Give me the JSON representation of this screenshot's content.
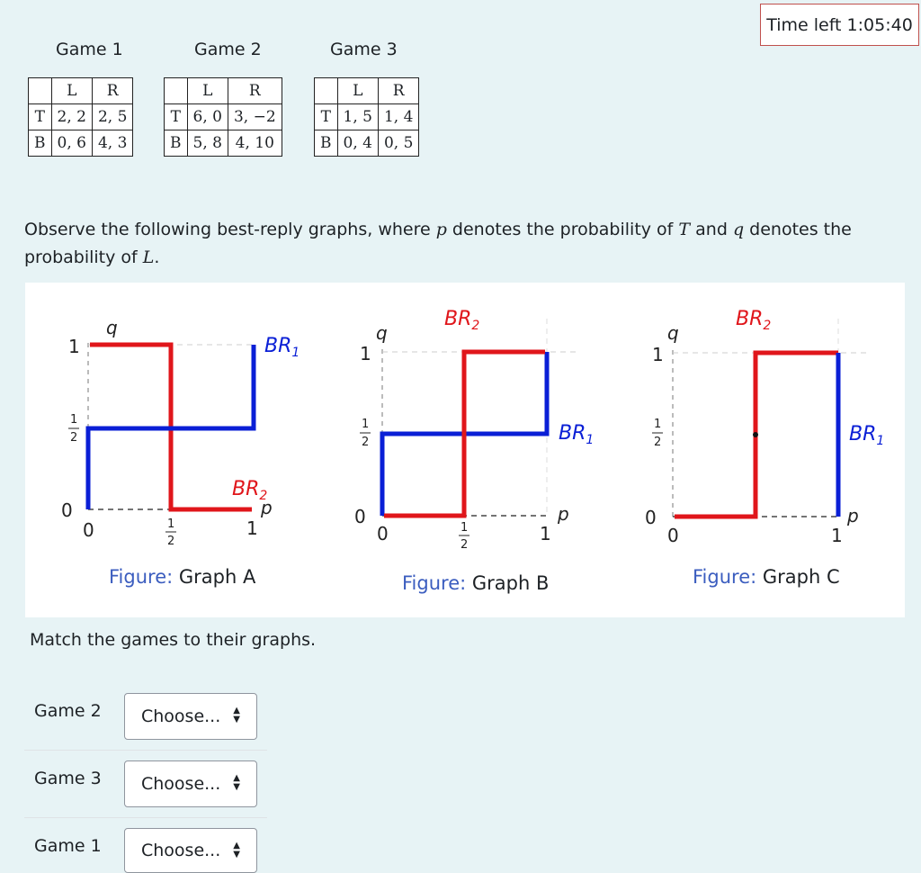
{
  "timer": {
    "text": "Time left 1:05:40"
  },
  "games": [
    {
      "title": "Game 1",
      "cols": [
        "L",
        "R"
      ],
      "rows": [
        {
          "label": "T",
          "cells": [
            "2, 2",
            "2, 5"
          ]
        },
        {
          "label": "B",
          "cells": [
            "0, 6",
            "4, 3"
          ]
        }
      ]
    },
    {
      "title": "Game 2",
      "cols": [
        "L",
        "R"
      ],
      "rows": [
        {
          "label": "T",
          "cells": [
            "6, 0",
            "3, −2"
          ]
        },
        {
          "label": "B",
          "cells": [
            "5, 8",
            "4, 10"
          ]
        }
      ]
    },
    {
      "title": "Game 3",
      "cols": [
        "L",
        "R"
      ],
      "rows": [
        {
          "label": "T",
          "cells": [
            "1, 5",
            "1, 4"
          ]
        },
        {
          "label": "B",
          "cells": [
            "0, 4",
            "0, 5"
          ]
        }
      ]
    }
  ],
  "prompt": {
    "part1": "Observe the following best-reply graphs, where ",
    "p": "p",
    "part2": " denotes the probability of ",
    "T": "T",
    "part3": " and ",
    "q": "q",
    "part4": " denotes the probability of ",
    "L": "L",
    "part5": "."
  },
  "graphs": {
    "axis_labels": {
      "q": "q",
      "p": "p",
      "one": "1",
      "zero": "0",
      "half_num": "1",
      "half_den": "2"
    },
    "series_labels": {
      "br1": "BR",
      "br2": "BR",
      "sub1": "1",
      "sub2": "2"
    },
    "captions": [
      {
        "label": "Figure:",
        "name": "Graph A"
      },
      {
        "label": "Figure:",
        "name": "Graph B"
      },
      {
        "label": "Figure:",
        "name": "Graph C"
      }
    ],
    "colors": {
      "br1": "#0a1fd6",
      "br2": "#e0161b"
    }
  },
  "match": {
    "instruction": "Match the games to their graphs.",
    "rows": [
      {
        "label": "Game 2",
        "select": "Choose..."
      },
      {
        "label": "Game 3",
        "select": "Choose..."
      },
      {
        "label": "Game 1",
        "select": "Choose..."
      }
    ]
  }
}
